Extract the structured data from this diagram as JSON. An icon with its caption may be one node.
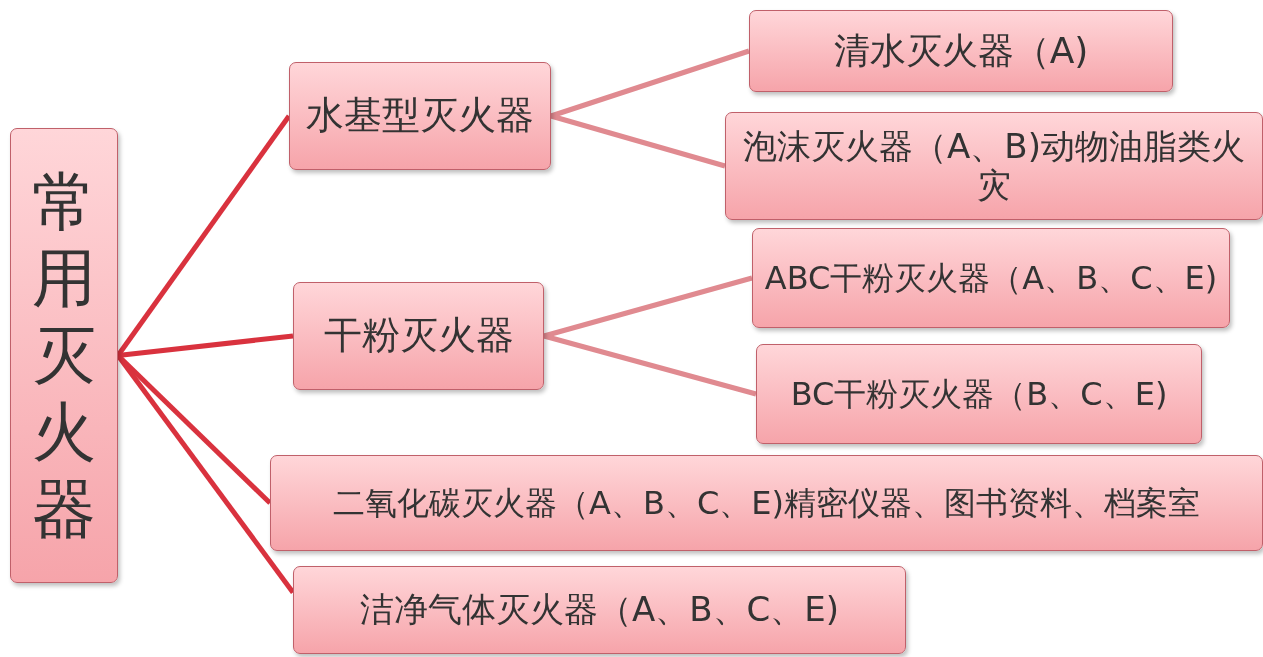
{
  "diagram": {
    "nodes": [
      {
        "text": [
          "常用灭火器"
        ]
      },
      {
        "text": [
          "水基型灭火器"
        ]
      },
      {
        "text": [
          "清水灭火器（A)"
        ]
      },
      {
        "text": [
          "泡沫灭火器（A、B)动物油脂类火灾"
        ]
      },
      {
        "text": [
          "干粉灭火器"
        ]
      },
      {
        "text": [
          "ABC干粉灭火器（A、B、C、E)"
        ]
      },
      {
        "text": [
          "BC干粉灭火器（B、C、E)"
        ]
      },
      {
        "text": [
          "二氧化碳灭火器（A、B、C、E)精密仪器、图书资料、档案室"
        ]
      },
      {
        "text": [
          "洁净气体灭火器（A、B、C、E)"
        ]
      }
    ],
    "edges": [
      {
        "from": 0,
        "to": 1,
        "arrow": "none"
      },
      {
        "from": 0,
        "to": 4,
        "arrow": "none"
      },
      {
        "from": 0,
        "to": 7,
        "arrow": "none"
      },
      {
        "from": 0,
        "to": 8,
        "arrow": "none"
      },
      {
        "from": 1,
        "to": 2,
        "arrow": "none",
        "color": "#e08a90"
      },
      {
        "from": 1,
        "to": 3,
        "arrow": "none",
        "color": "#e08a90"
      },
      {
        "from": 4,
        "to": 5,
        "arrow": "none",
        "color": "#e08a90"
      },
      {
        "from": 4,
        "to": 6,
        "arrow": "none",
        "color": "#e08a90"
      }
    ]
  }
}
